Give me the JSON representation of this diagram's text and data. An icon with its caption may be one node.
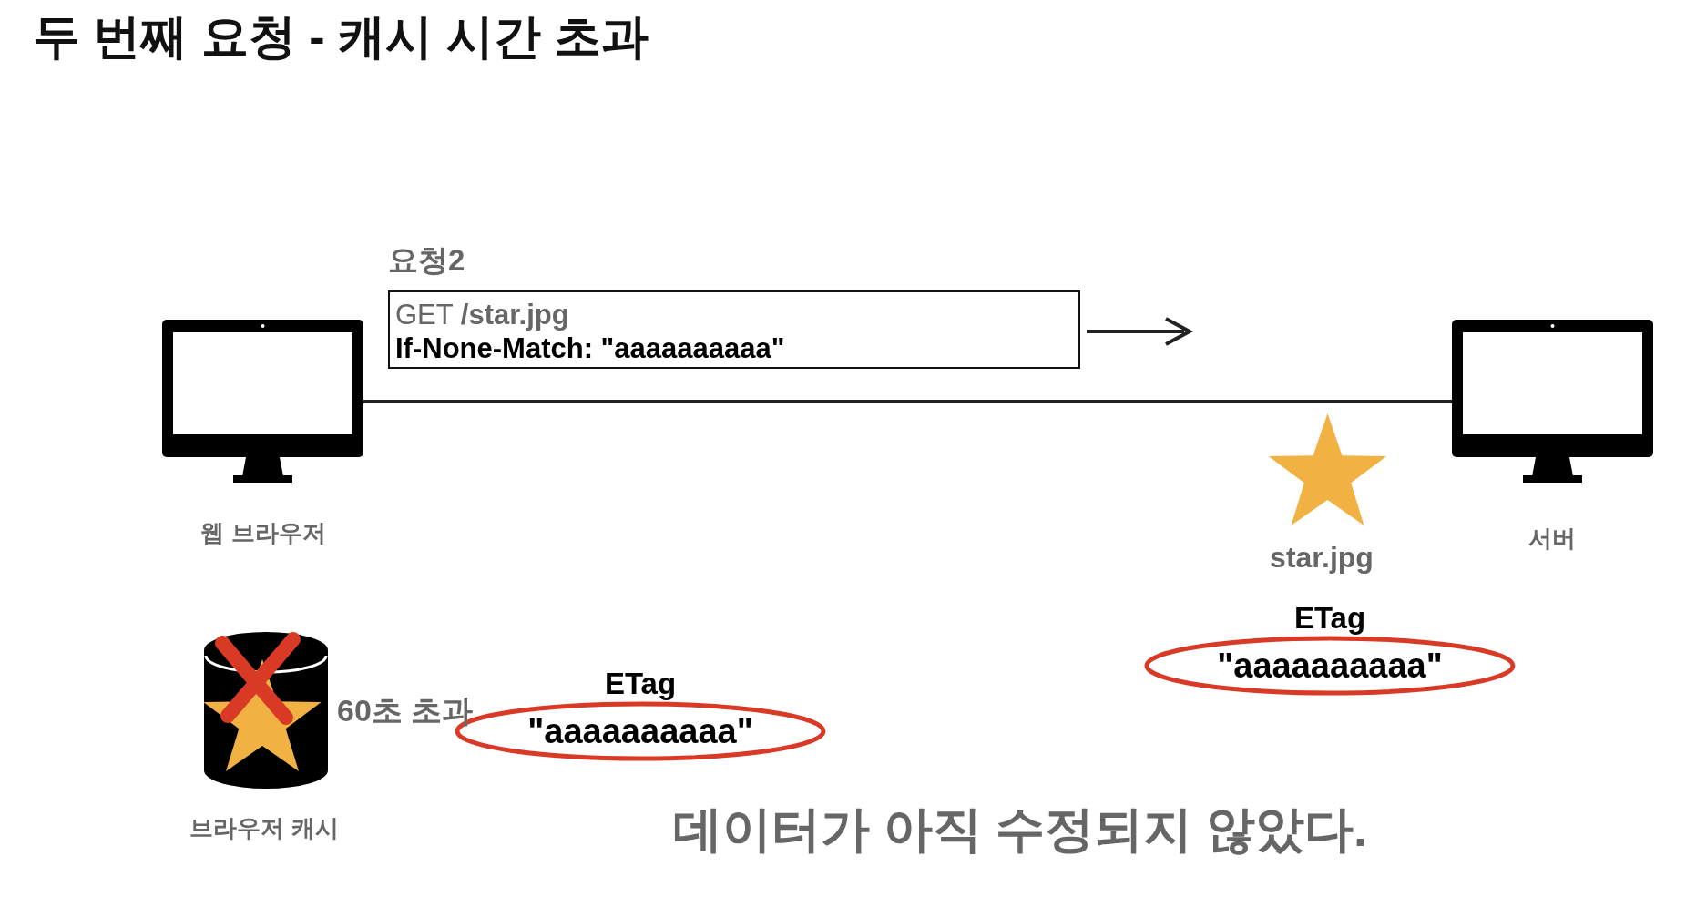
{
  "diagram": {
    "title": "두 번째 요청 - 캐시 시간 초과",
    "nodes": [
      {
        "text": [],
        "shape": "picture",
        "beside": [
          "웹 브라우저"
        ]
      },
      {
        "text": [
          "요청2",
          "GET **/star.jpg**",
          "If-None-Match: \"aaaaaaaaaa\""
        ]
      },
      {
        "text": [],
        "shape": "picture",
        "beside": [
          "서버"
        ]
      },
      {
        "text": [],
        "shape": "star",
        "beside": [
          "star.jpg"
        ]
      },
      {
        "text": [
          "ETag",
          "\"aaaaaaaaaa\""
        ]
      },
      {
        "text": [],
        "shape": "picture",
        "beside": [
          "브라우저 캐시"
        ]
      },
      {
        "text": [
          "ETag",
          "\"aaaaaaaaaa\""
        ]
      }
    ],
    "edges": [
      {
        "from": 0,
        "to": 2,
        "arrow": "none"
      }
    ],
    "labels": [
      "60초 초과",
      "데이터가 아직 수정되지 않았다."
    ]
  }
}
